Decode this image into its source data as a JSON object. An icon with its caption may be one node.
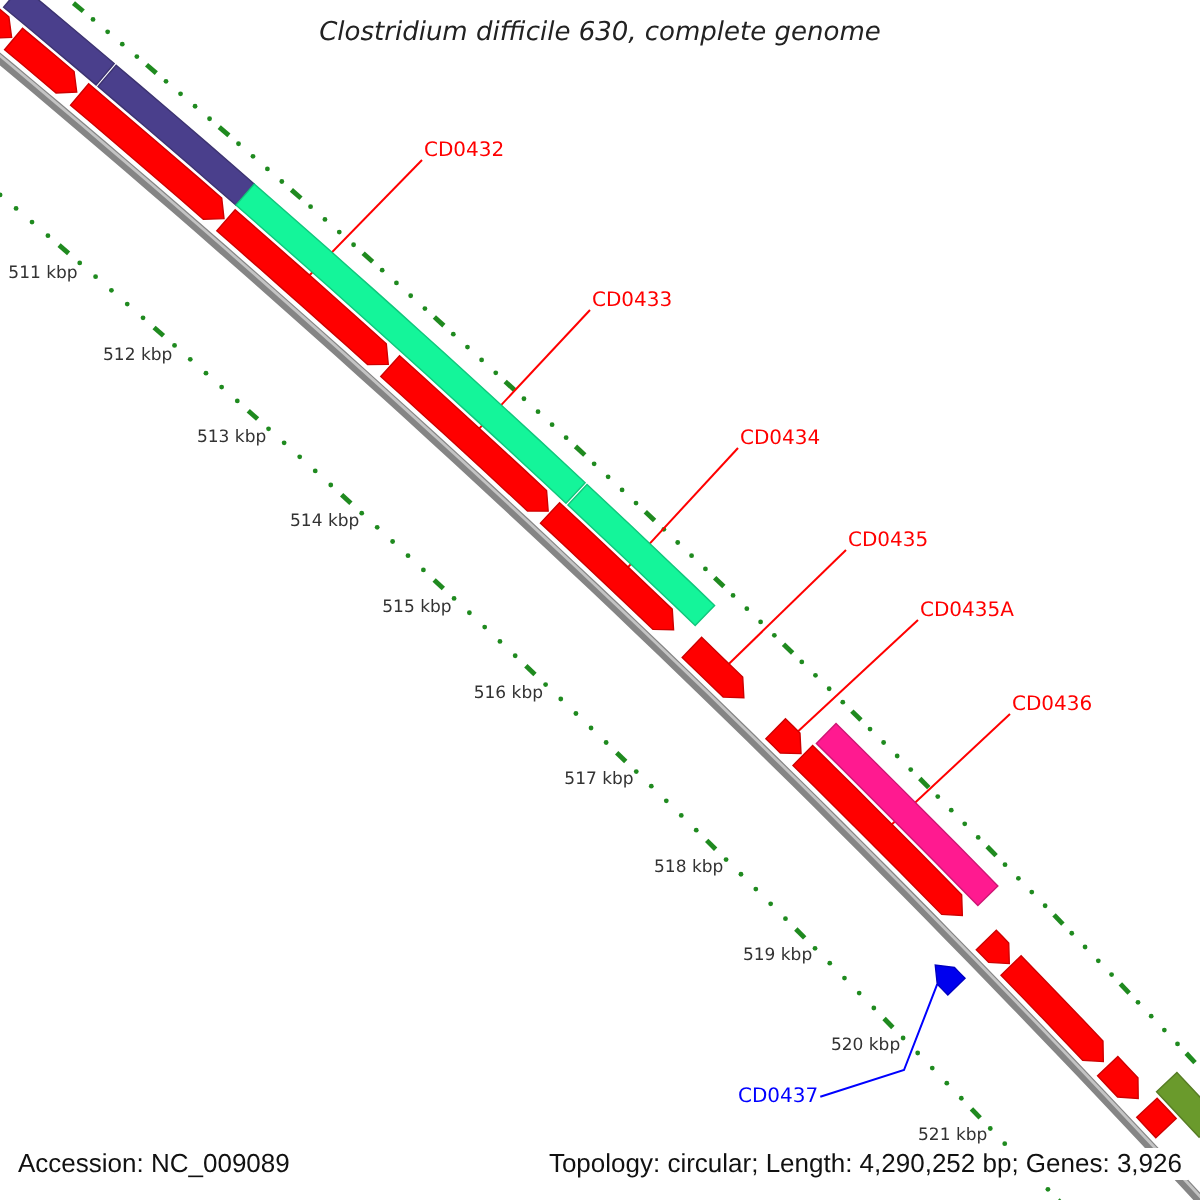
{
  "diagram": {
    "title": "Clostridium difficile 630, complete genome",
    "nodes": [
      {
        "text": [
          "CD0432"
        ]
      },
      {
        "text": [],
        "shape": "arrow"
      },
      {
        "text": [
          "CD0433"
        ]
      },
      {
        "text": [],
        "shape": "arrow"
      },
      {
        "text": [
          "CD0434"
        ]
      },
      {
        "text": [],
        "shape": "arrow"
      },
      {
        "text": [
          "CD0435"
        ]
      },
      {
        "text": [],
        "shape": "arrow"
      },
      {
        "text": [
          "CD0435A"
        ]
      },
      {
        "text": [],
        "shape": "arrow"
      },
      {
        "text": [
          "CD0436"
        ]
      },
      {
        "text": [],
        "shape": "arrow"
      },
      {
        "text": [
          "CD0437"
        ]
      },
      {
        "text": [],
        "shape": "arrow"
      },
      {
        "text": [],
        "shape": "arrow"
      },
      {
        "text": [],
        "shape": "arrow"
      },
      {
        "text": [],
        "shape": "arrow"
      },
      {
        "text": [],
        "shape": "arrow"
      },
      {
        "text": [],
        "shape": "arrow"
      },
      {
        "text": [],
        "shape": "arrow"
      },
      {
        "text": [],
        "shape": "arrow"
      },
      {
        "text": [],
        "shape": "box"
      },
      {
        "text": [],
        "shape": "box"
      },
      {
        "text": [],
        "shape": "box"
      },
      {
        "text": [],
        "shape": "box"
      },
      {
        "text": [],
        "shape": "box"
      },
      {
        "text": [],
        "shape": "box"
      }
    ],
    "edges": [
      {
        "from": 0,
        "to": 1,
        "arrow": "none"
      },
      {
        "from": 2,
        "to": 3,
        "arrow": "none"
      },
      {
        "from": 4,
        "to": 5,
        "arrow": "none"
      },
      {
        "from": 6,
        "to": 7,
        "arrow": "none"
      },
      {
        "from": 8,
        "to": 9,
        "arrow": "none"
      },
      {
        "from": 10,
        "to": 11,
        "arrow": "none"
      },
      {
        "from": 12,
        "to": 13,
        "arrow": "none",
        "color": "#0000ff"
      }
    ],
    "labels": [
      "511 kbp",
      "512 kbp",
      "513 kbp",
      "514 kbp",
      "515 kbp",
      "516 kbp",
      "517 kbp",
      "518 kbp",
      "519 kbp",
      "520 kbp",
      "521 kbp",
      "Accession: NC_009089",
      "Topology: circular; Length: 4,290,252 bp; Genes: 3,926"
    ]
  }
}
